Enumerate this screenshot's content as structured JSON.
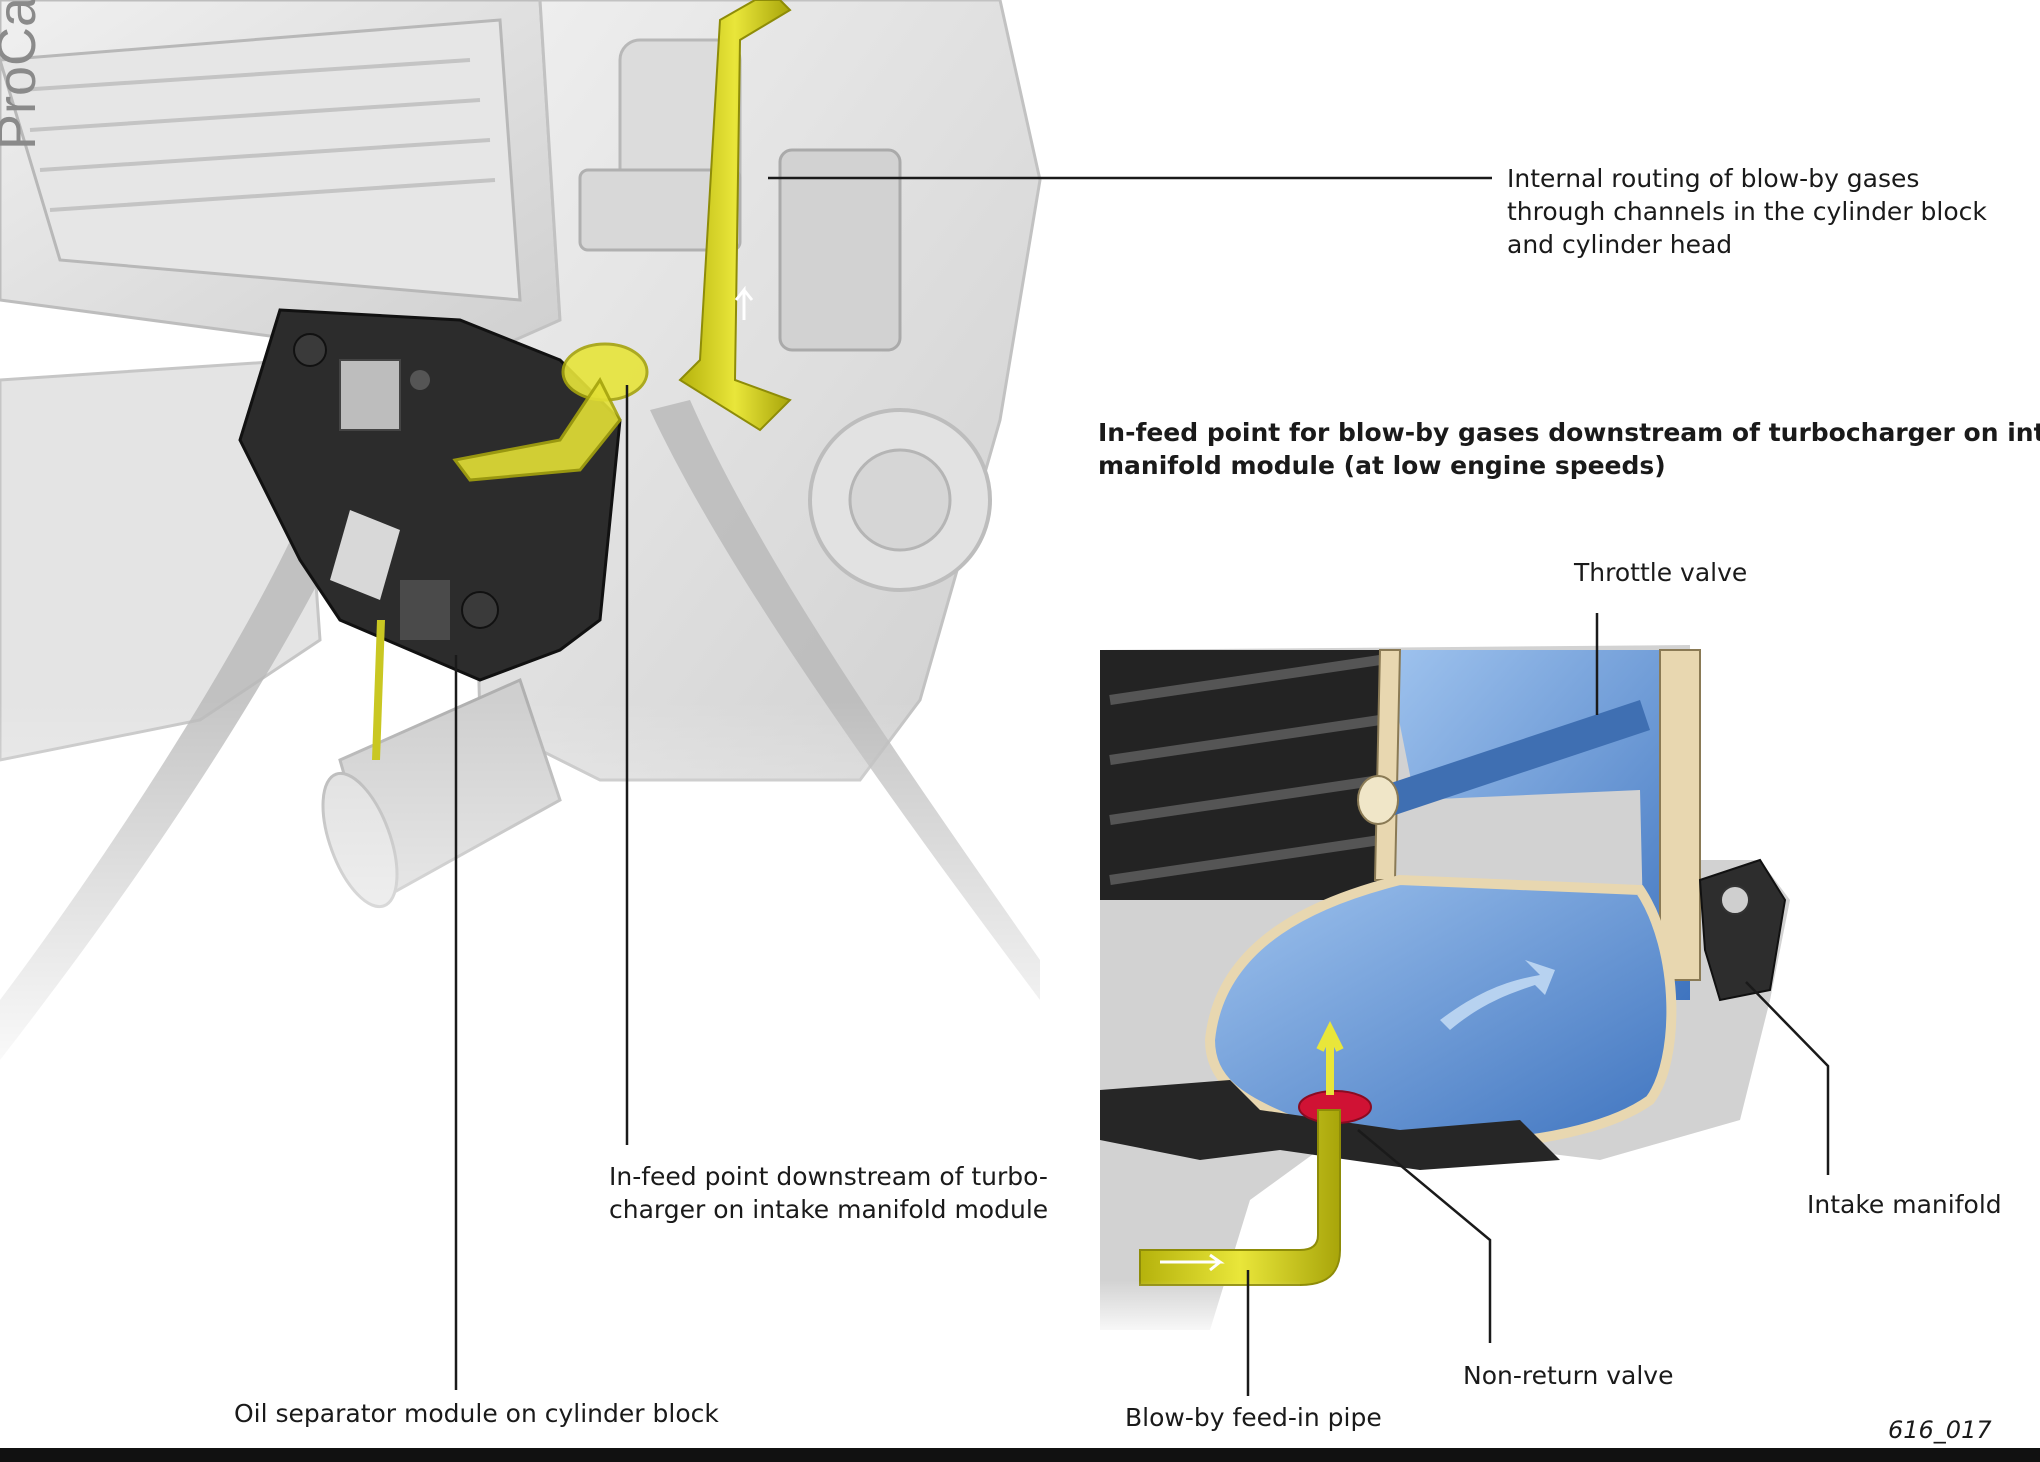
{
  "watermark": "ProCarManu",
  "labels": {
    "internal_routing": [
      "Internal routing of blow-by gases",
      "through channels in the cylinder block",
      "and cylinder head"
    ],
    "infeed_heading": [
      "In-feed point for blow-by gases downstream of turbocharger on intake",
      "manifold module (at low engine speeds)"
    ],
    "throttle_valve": "Throttle valve",
    "intake_manifold": "Intake manifold",
    "infeed_point": [
      "In-feed point downstream of turbo-",
      "charger on intake manifold module"
    ],
    "non_return_valve": "Non-return valve",
    "oil_separator": "Oil separator module on cylinder block",
    "blowby_pipe": "Blow-by feed-in pipe"
  },
  "figure_id": "616_017",
  "colors": {
    "blowby_gas": "#d4d21a",
    "intake_air": "#4f86cc",
    "non_return_valve": "#d01234",
    "engine_gray": "#d9d9d9",
    "module_dark": "#2a2a2a",
    "casting_tan": "#e8d7b0"
  }
}
